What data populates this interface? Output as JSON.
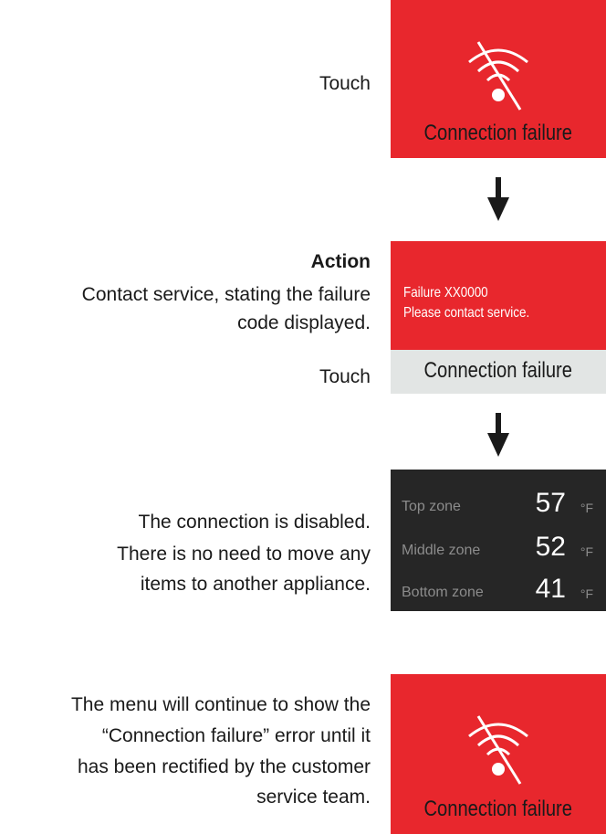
{
  "steps": {
    "step1": {
      "instruction": "Touch",
      "panel_label": "Connection failure"
    },
    "step2": {
      "heading": "Action",
      "body_line1": "Contact service, stating the failure",
      "body_line2": "code displayed.",
      "instruction": "Touch",
      "failure_line1": "Failure XX0000",
      "failure_line2": "Please contact service.",
      "bar_label": "Connection failure"
    },
    "step3": {
      "line1": "The connection is disabled.",
      "line2": "There is no need to move any",
      "line3": "items to another appliance.",
      "zones": [
        {
          "name": "Top zone",
          "value": "57",
          "unit": "°F"
        },
        {
          "name": "Middle zone",
          "value": "52",
          "unit": "°F"
        },
        {
          "name": "Bottom zone",
          "value": "41",
          "unit": "°F"
        }
      ]
    },
    "step4": {
      "line1": "The menu will continue to show the",
      "line2": "“Connection failure” error until it",
      "line3": "has been rectified by the customer",
      "line4": "service team.",
      "panel_label": "Connection failure"
    }
  },
  "colors": {
    "alert_red": "#e8272d",
    "dark_panel": "#262626",
    "grey_bar": "#e2e5e4"
  },
  "icons": [
    "wifi-off-icon",
    "arrow-down-icon"
  ]
}
